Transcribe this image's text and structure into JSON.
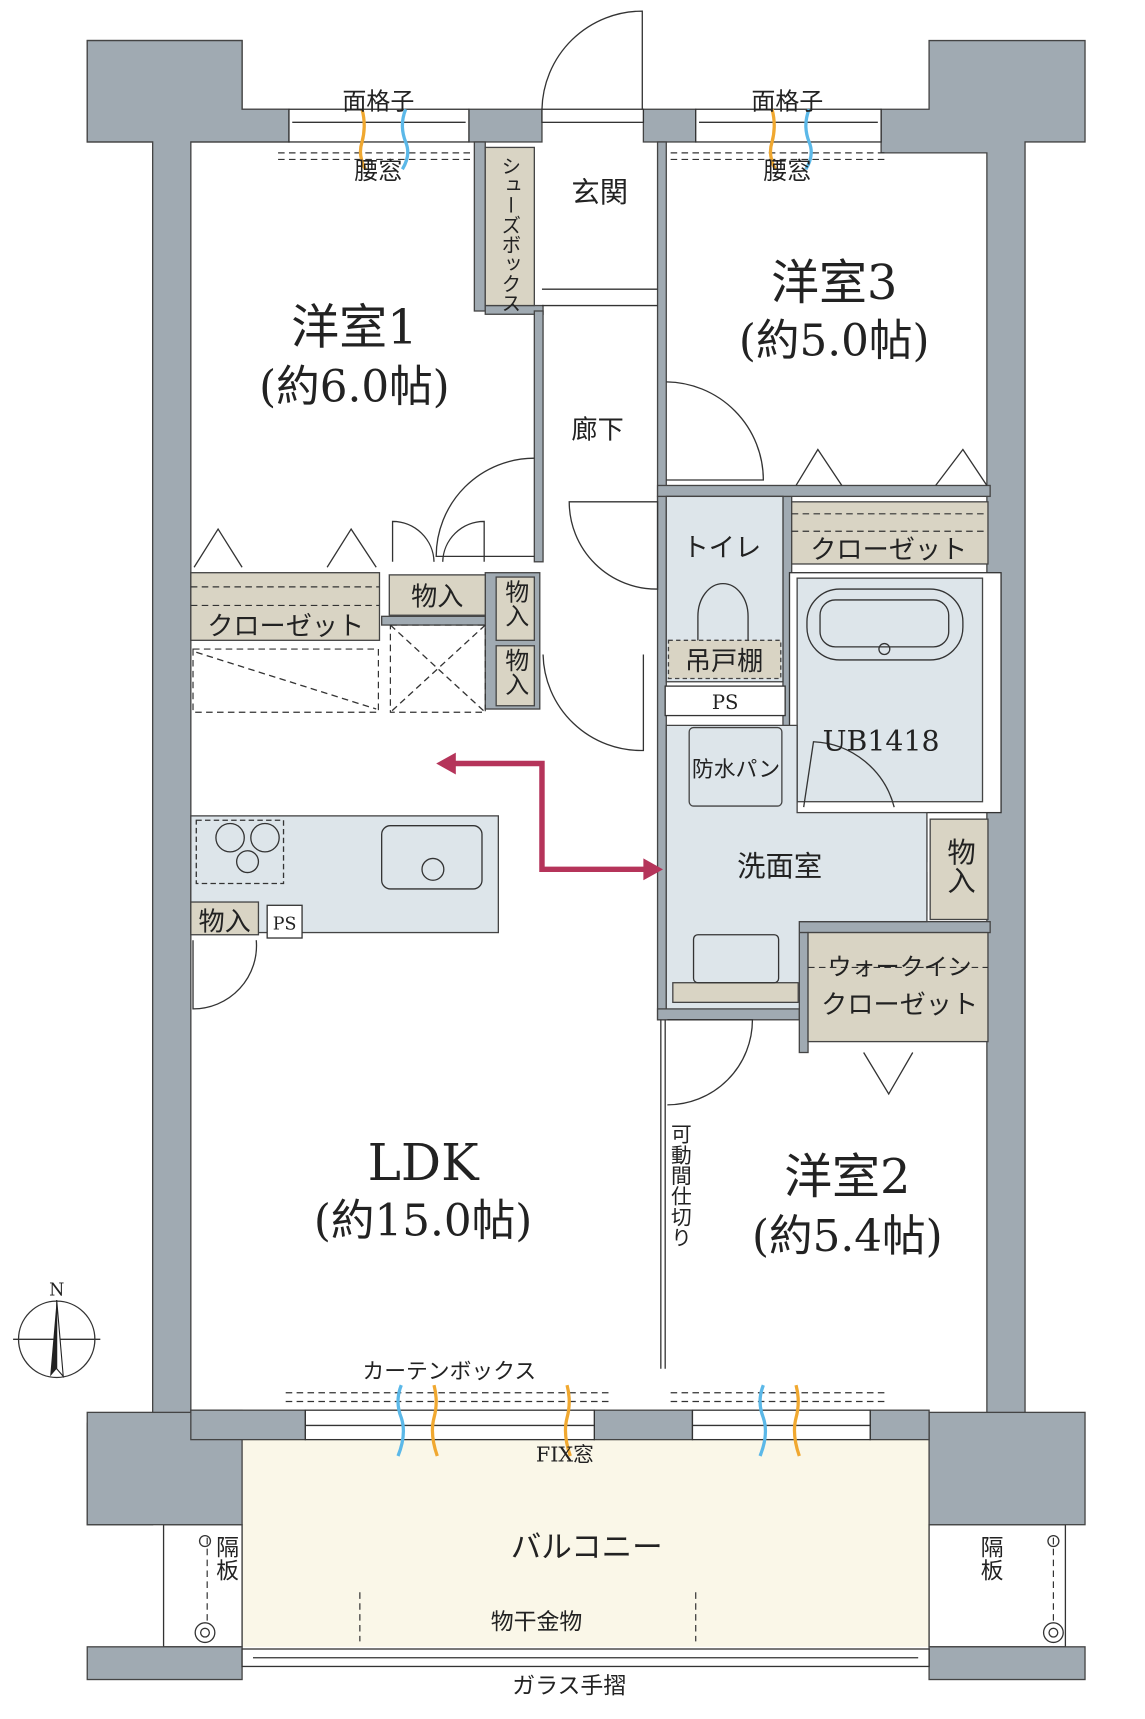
{
  "colors": {
    "wall": "#a0aab2",
    "storage": "#d9d4c4",
    "wet_area": "#dde5ea",
    "balcony": "#faf7e8",
    "arrow": "#b5345a",
    "curtain_orange": "#f0a830",
    "curtain_blue": "#5bb8e8"
  },
  "windows": {
    "lattice_left": "面格子",
    "waist_left": "腰窓",
    "lattice_right": "面格子",
    "waist_right": "腰窓",
    "curtain_box": "カーテンボックス",
    "fix_window": "FIX窓"
  },
  "rooms": {
    "entrance": "玄関",
    "shoe_box": "シューズボックス",
    "room1_name": "洋室1",
    "room1_size": "(約6.0帖)",
    "room3_name": "洋室3",
    "room3_size": "(約5.0帖)",
    "hallway": "廊下",
    "toilet": "トイレ",
    "closet_room3": "クローゼット",
    "closet_room1": "クローゼット",
    "storage_a": "物入",
    "storage_b": "物入",
    "storage_c": "物入",
    "hanging_shelf": "吊戸棚",
    "ps_toilet": "PS",
    "unit_bath": "UB1418",
    "waterproof_pan": "防水パン",
    "washroom": "洗面室",
    "storage_wash": "物入",
    "walkin_1": "ウォークイン",
    "walkin_2": "クローゼット",
    "storage_kitchen": "物入",
    "ps_kitchen": "PS",
    "ldk_name": "LDK",
    "ldk_size": "(約15.0帖)",
    "room2_name": "洋室2",
    "room2_size": "(約5.4帖)",
    "movable_partition": "可動間仕切り",
    "balcony": "バルコニー",
    "partition_left": "隔板",
    "partition_right": "隔板",
    "laundry_hardware": "物干金物",
    "glass_railing": "ガラス手摺"
  },
  "compass": {
    "north": "N"
  }
}
